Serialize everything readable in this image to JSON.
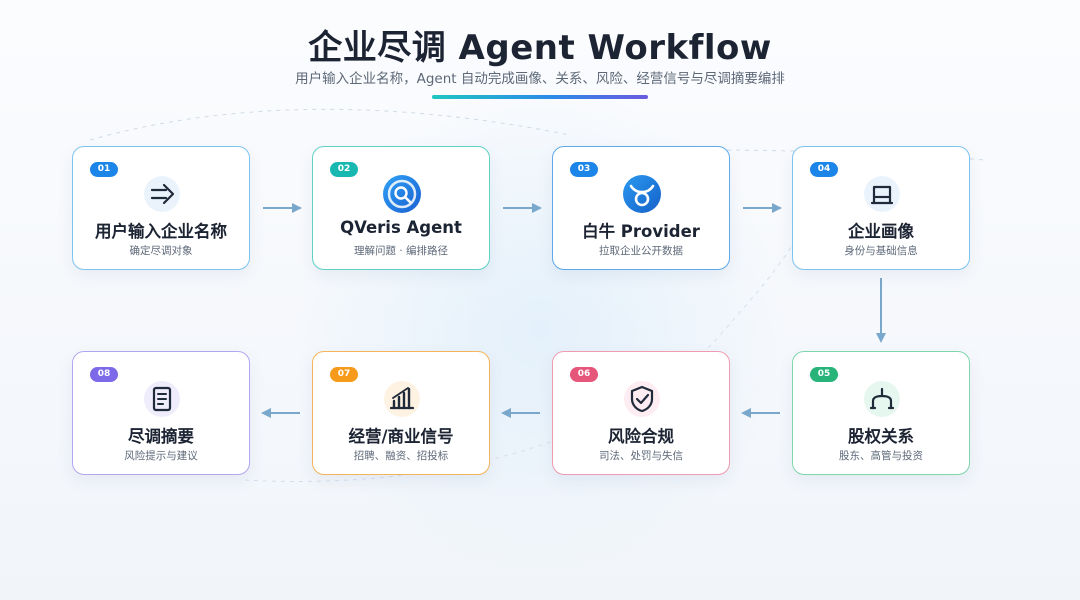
{
  "header": {
    "title": "企业尽调 Agent Workflow",
    "subtitle": "用户输入企业名称，Agent 自动完成画像、关系、风险、经营信号与尽调摘要编排"
  },
  "steps": [
    {
      "num": "01",
      "title": "用户输入企业名称",
      "desc": "确定尽调对象",
      "icon": "arrow-input-icon",
      "color": "#1c86e8"
    },
    {
      "num": "02",
      "title": "QVeris Agent",
      "desc": "理解问题 · 编排路径",
      "icon": "qveris-logo-icon",
      "color": "#18b8b2"
    },
    {
      "num": "03",
      "title": "白牛 Provider",
      "desc": "拉取企业公开数据",
      "icon": "bainiu-logo-icon",
      "color": "#1c86e8"
    },
    {
      "num": "04",
      "title": "企业画像",
      "desc": "身份与基础信息",
      "icon": "profile-card-icon",
      "color": "#1c86e8"
    },
    {
      "num": "05",
      "title": "股权关系",
      "desc": "股东、高管与投资",
      "icon": "equity-structure-icon",
      "color": "#27b37a"
    },
    {
      "num": "06",
      "title": "风险合规",
      "desc": "司法、处罚与失信",
      "icon": "shield-check-icon",
      "color": "#e6557a"
    },
    {
      "num": "07",
      "title": "经营/商业信号",
      "desc": "招聘、融资、招投标",
      "icon": "bar-chart-icon",
      "color": "#f59a1b"
    },
    {
      "num": "08",
      "title": "尽调摘要",
      "desc": "风险提示与建议",
      "icon": "document-icon",
      "color": "#7d6ae8"
    }
  ],
  "colors": {
    "arrow": "#7aa8cc",
    "card_border_blue": "#7cc3ef",
    "card_border_teal": "#5fd0c6",
    "card_border_green": "#7fd6ad",
    "card_border_pink": "#f09bb0",
    "card_border_orange": "#f5b35a",
    "card_border_purple": "#b3a6f0"
  }
}
